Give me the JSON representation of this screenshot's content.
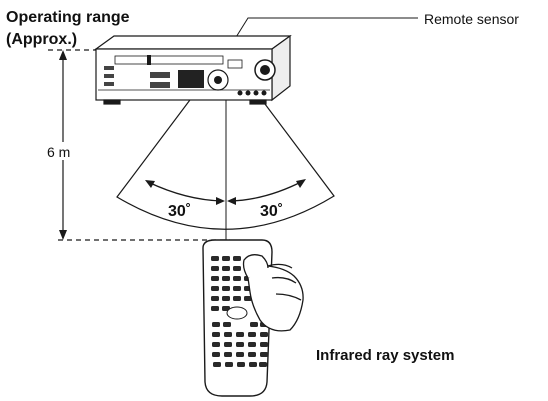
{
  "labels": {
    "operating_range_line1": "Operating range",
    "operating_range_line2": "(Approx.)",
    "remote_sensor": "Remote sensor",
    "distance": "6 m",
    "angle_left": "30˚",
    "angle_right": "30˚",
    "system": "Infrared ray system"
  },
  "range": {
    "distance_value": 6,
    "distance_unit": "m",
    "half_angle_deg": 30
  },
  "colors": {
    "line": "#1a1a1a",
    "fill": "#ffffff",
    "ink": "#111111"
  }
}
